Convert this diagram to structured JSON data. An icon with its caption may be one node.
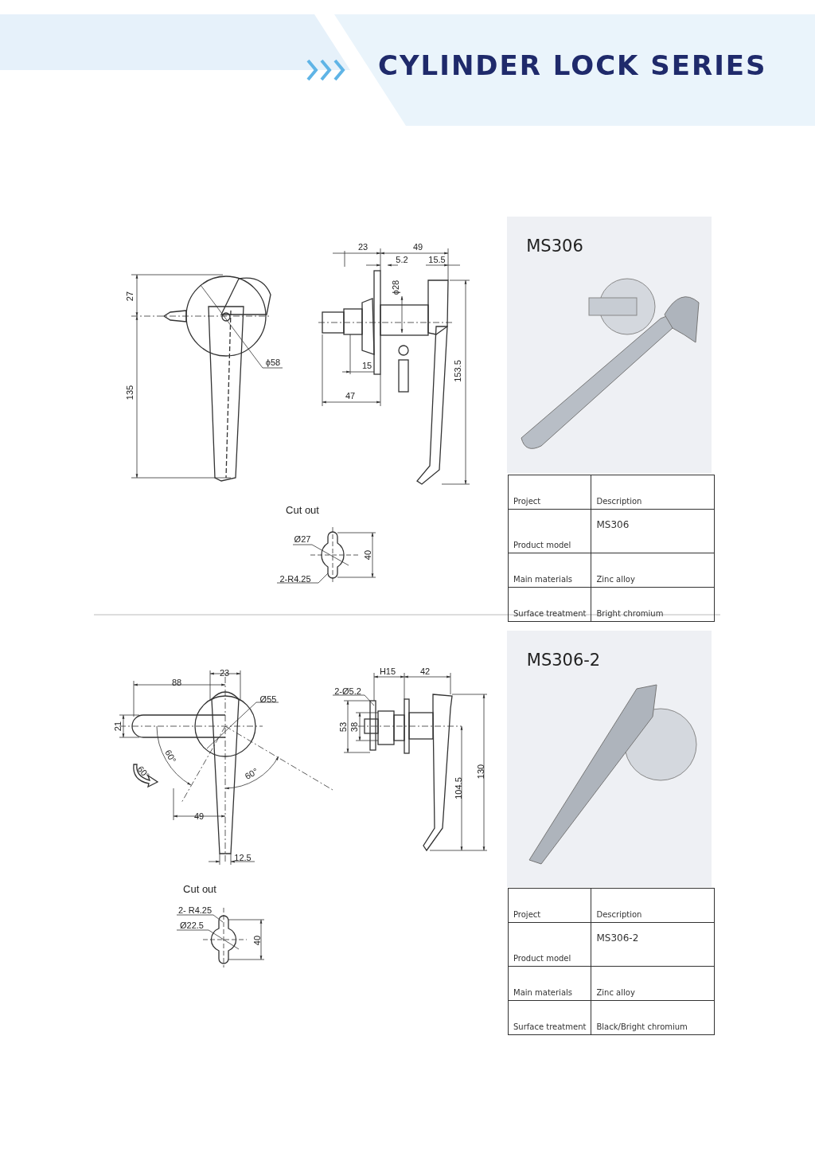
{
  "diagram": {
    "title": "CYLINDER LOCK SERIES",
    "labels": [
      "27",
      "135",
      "ϕ58",
      "23",
      "49",
      "5.2",
      "15.5",
      "ϕ28",
      "15",
      "47",
      "153.5",
      "Cut out",
      "Ø27",
      "40",
      "2-R4.25",
      "MS306",
      "Project",
      "Description",
      "Product model",
      "MS306",
      "Main materials",
      "Zinc alloy",
      "Surface treatment",
      "Bright chromium",
      "88",
      "23",
      "Ø55",
      "21",
      "60°",
      "60°",
      "60°",
      "49",
      "12.5",
      "H15",
      "42",
      "2-Ø5.2",
      "53",
      "38",
      "104.5",
      "130",
      "Cut out",
      "2- R4.25",
      "Ø22.5",
      "40",
      "MS306-2",
      "Project",
      "Description",
      "Product model",
      "MS306-2",
      "Main materials",
      "Zinc alloy",
      "Surface treatment",
      "Black/Bright chromium"
    ]
  }
}
